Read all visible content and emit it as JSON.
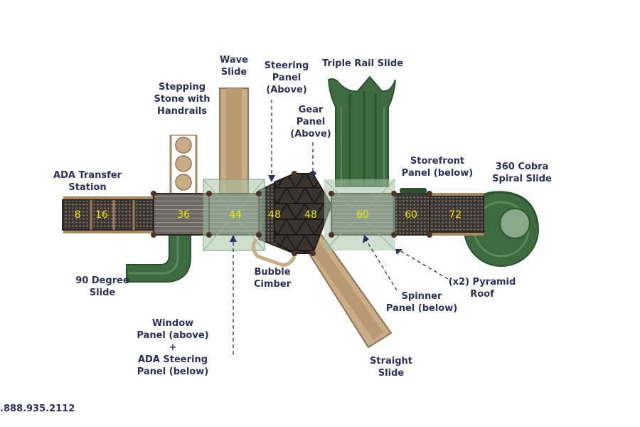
{
  "colors": {
    "label_text": "#2c2f5b",
    "deck_number": "#f2e600",
    "slide_tan": "#c9ad86",
    "slide_green": "#3e6b3f",
    "dark_green": "#2c5330",
    "roof_green": "#a7c4a7",
    "post_brown": "#4a3424",
    "deck_grey": "#3a3530",
    "leader_line": "#2c2f5b"
  },
  "deck_heights": [
    "8",
    "16",
    "36",
    "44",
    "48",
    "48",
    "60",
    "60",
    "72"
  ],
  "labels": {
    "ada_transfer": [
      "ADA Transfer",
      "Station"
    ],
    "stepping_stone": [
      "Stepping",
      "Stone with",
      "Handrails"
    ],
    "wave_slide": [
      "Wave",
      "Slide"
    ],
    "steering_panel": [
      "Steering",
      "Panel",
      "(Above)"
    ],
    "gear_panel": [
      "Gear",
      "Panel",
      "(Above)"
    ],
    "triple_rail": [
      "Triple Rail Slide"
    ],
    "storefront": [
      "Storefront",
      "Panel (below)"
    ],
    "cobra": [
      "360 Cobra",
      "Spiral Slide"
    ],
    "degree90": [
      "90 Degree",
      "Slide"
    ],
    "bubble": [
      "Bubble",
      "Cimber"
    ],
    "window_panel": [
      "Window",
      "Panel (above)",
      "+",
      "ADA Steering",
      "Panel (below)"
    ],
    "spinner": [
      "Spinner",
      "Panel (below)"
    ],
    "pyramid": [
      "(x2) Pyramid",
      "Roof"
    ],
    "straight": [
      "Straight",
      "Slide"
    ]
  },
  "footer": {
    "phone": ".888.935.2112"
  }
}
